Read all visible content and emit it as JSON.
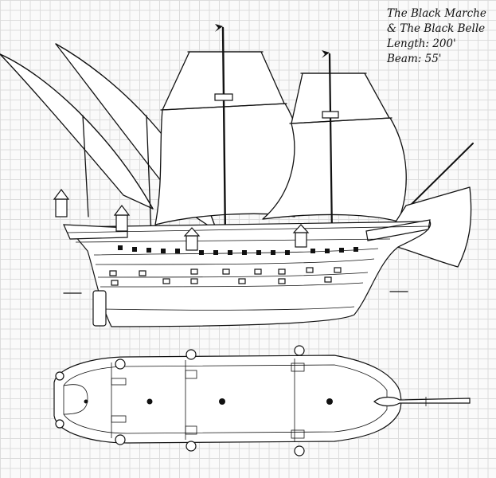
{
  "title_block": {
    "line1": "The Black Marche",
    "line2": "& The Black Belle",
    "length": "Length: 200'",
    "beam": "Beam: 55'"
  },
  "colors": {
    "ink": "#111111",
    "grid": "#dcdcdc",
    "paper": "#fafafa"
  },
  "drawings": [
    {
      "name": "side-profile",
      "description_icon": "galleon-side-view"
    },
    {
      "name": "deck-plan",
      "description_icon": "galleon-top-view"
    }
  ]
}
